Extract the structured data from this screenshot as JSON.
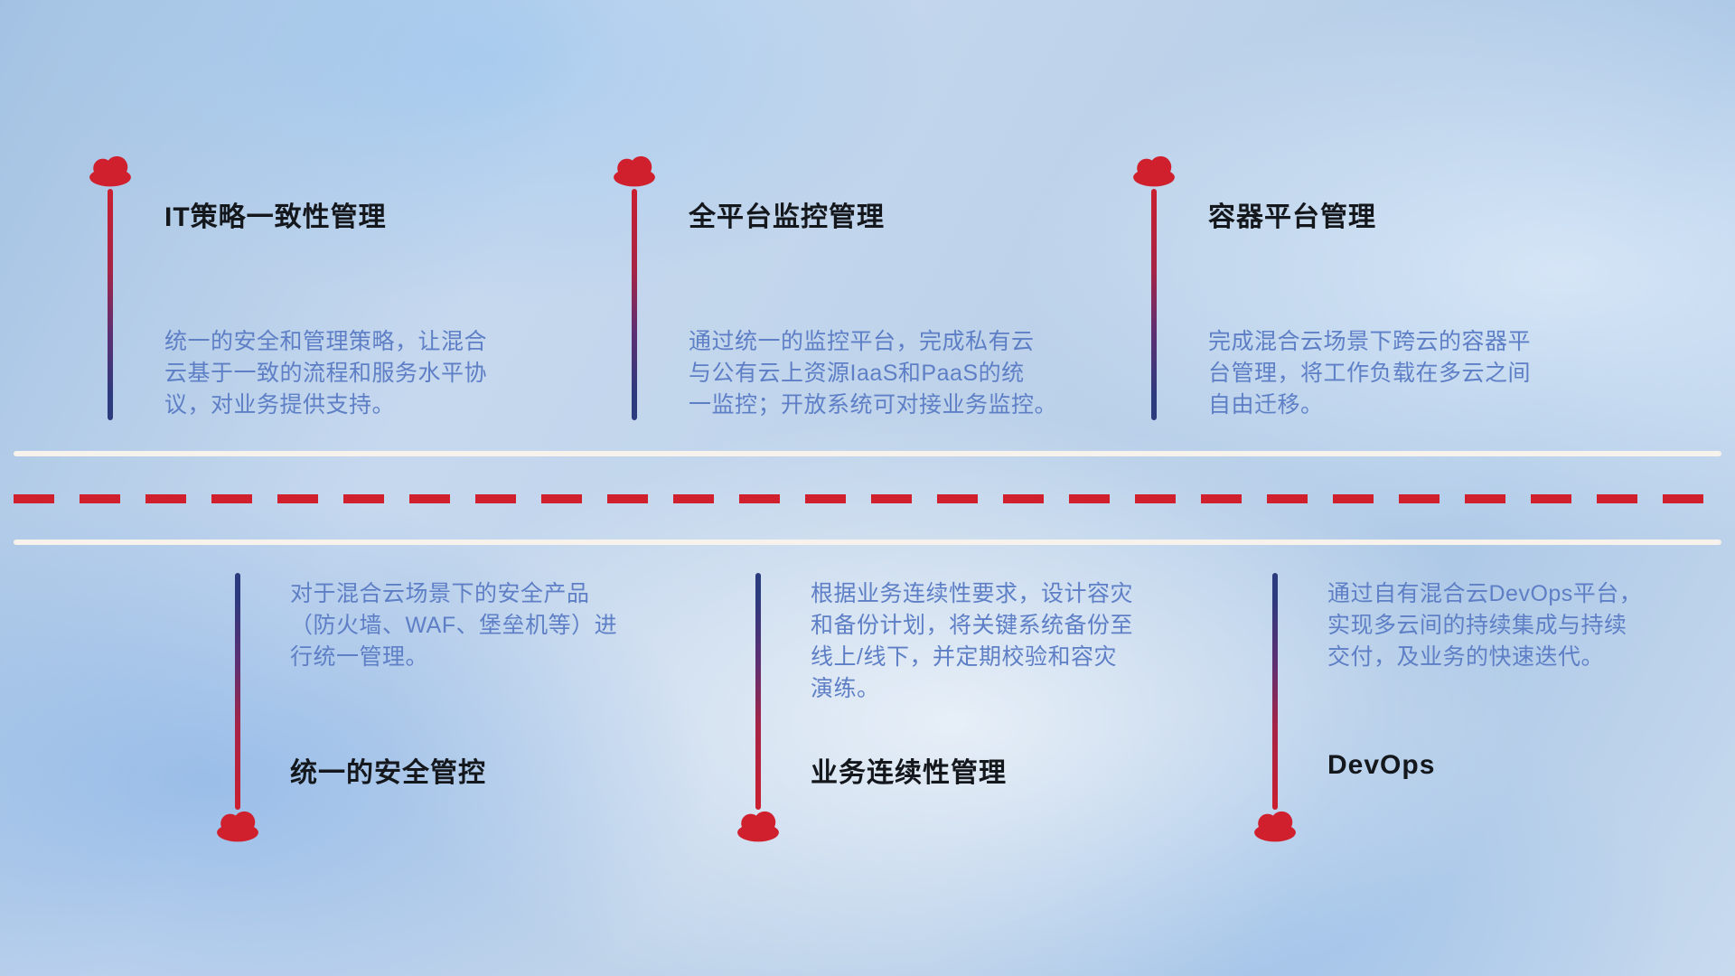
{
  "diagram": {
    "top_items": [
      {
        "icon": "cloud-icon",
        "title": "IT策略一致性管理",
        "description": "统一的安全和管理策略，让混合\n云基于一致的流程和服务水平协\n议，对业务提供支持。"
      },
      {
        "icon": "cloud-icon",
        "title": "全平台监控管理",
        "description": "通过统一的监控平台，完成私有云\n与公有云上资源IaaS和PaaS的统\n一监控；开放系统可对接业务监控。"
      },
      {
        "icon": "cloud-icon",
        "title": "容器平台管理",
        "description": "完成混合云场景下跨云的容器平\n台管理，将工作负载在多云之间\n自由迁移。"
      }
    ],
    "bottom_items": [
      {
        "icon": "cloud-icon",
        "title": "统一的安全管控",
        "description": "对于混合云场景下的安全产品\n（防火墙、WAF、堡垒机等）进\n行统一管理。"
      },
      {
        "icon": "cloud-icon",
        "title": "业务连续性管理",
        "description": "根据业务连续性要求，设计容灾\n和备份计划，将关键系统备份至\n线上/线下，并定期校验和容灾\n演练。"
      },
      {
        "icon": "cloud-icon",
        "title": "DevOps",
        "description": "通过自有混合云DevOps平台，\n实现多云间的持续集成与持续\n交付，及业务的快速迭代。"
      }
    ]
  },
  "colors": {
    "cloud_red": "#d0202e",
    "dash_red": "#d0202e",
    "stem_navy": "#2c3a7e",
    "title_color": "#14171c",
    "desc_color": "#5e7fc6",
    "road_white": "#f7f3ec"
  }
}
